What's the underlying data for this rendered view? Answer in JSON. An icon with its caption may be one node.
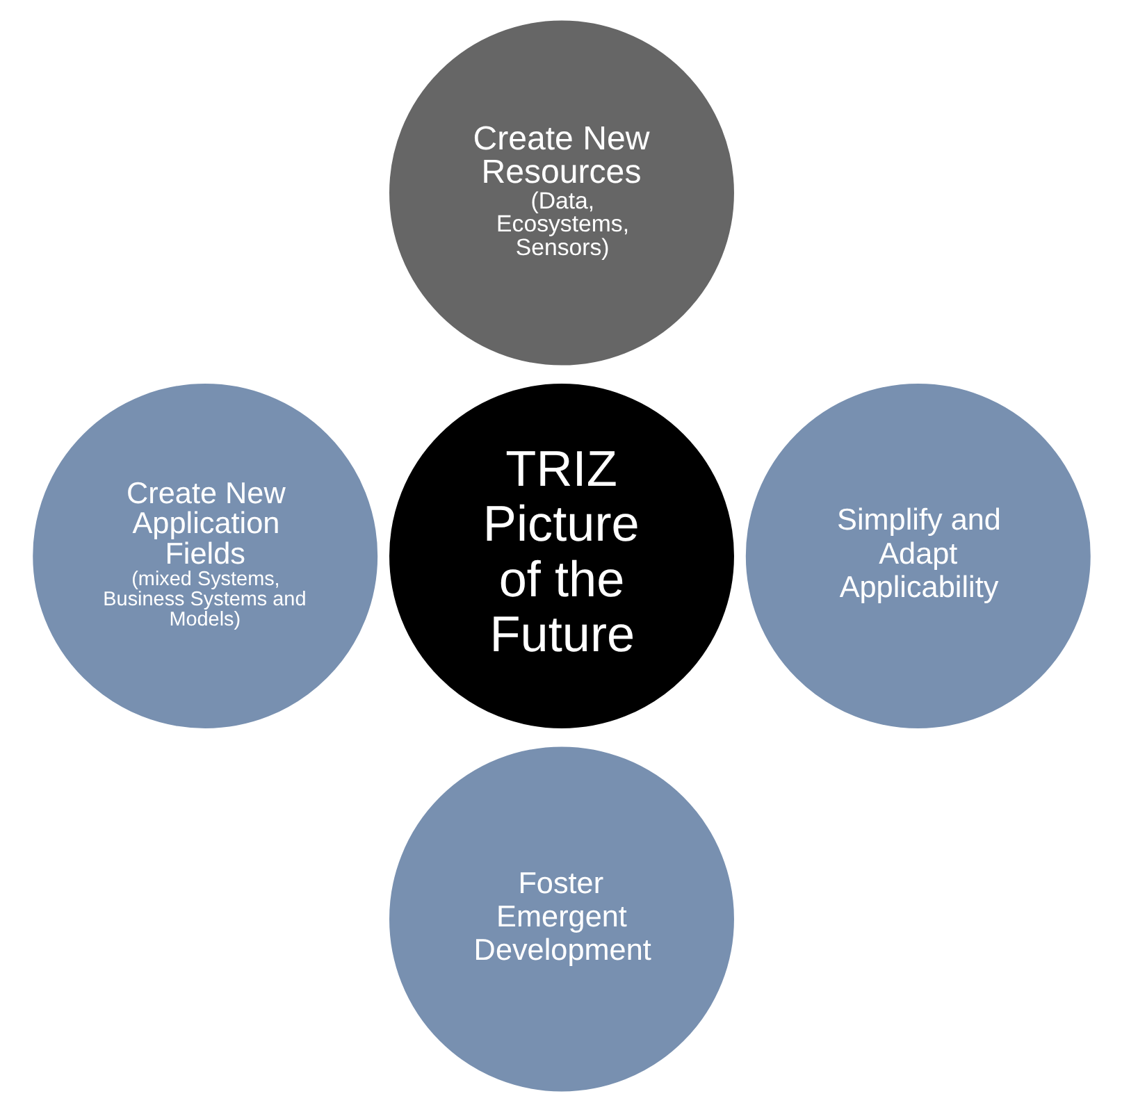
{
  "diagram": {
    "nodes": [
      {
        "text": [
          "Create New Resources",
          "(Data, Ecosystems, Sensors)"
        ]
      },
      {
        "text": [
          "Create New Application Fields",
          "(mixed Systems, Business Systems and Models)"
        ]
      },
      {
        "text": [
          "TRIZ Picture of the Future"
        ]
      },
      {
        "text": [
          "Simplify and Adapt Applicability"
        ]
      },
      {
        "text": [
          "Foster Emergent Development"
        ]
      }
    ]
  }
}
